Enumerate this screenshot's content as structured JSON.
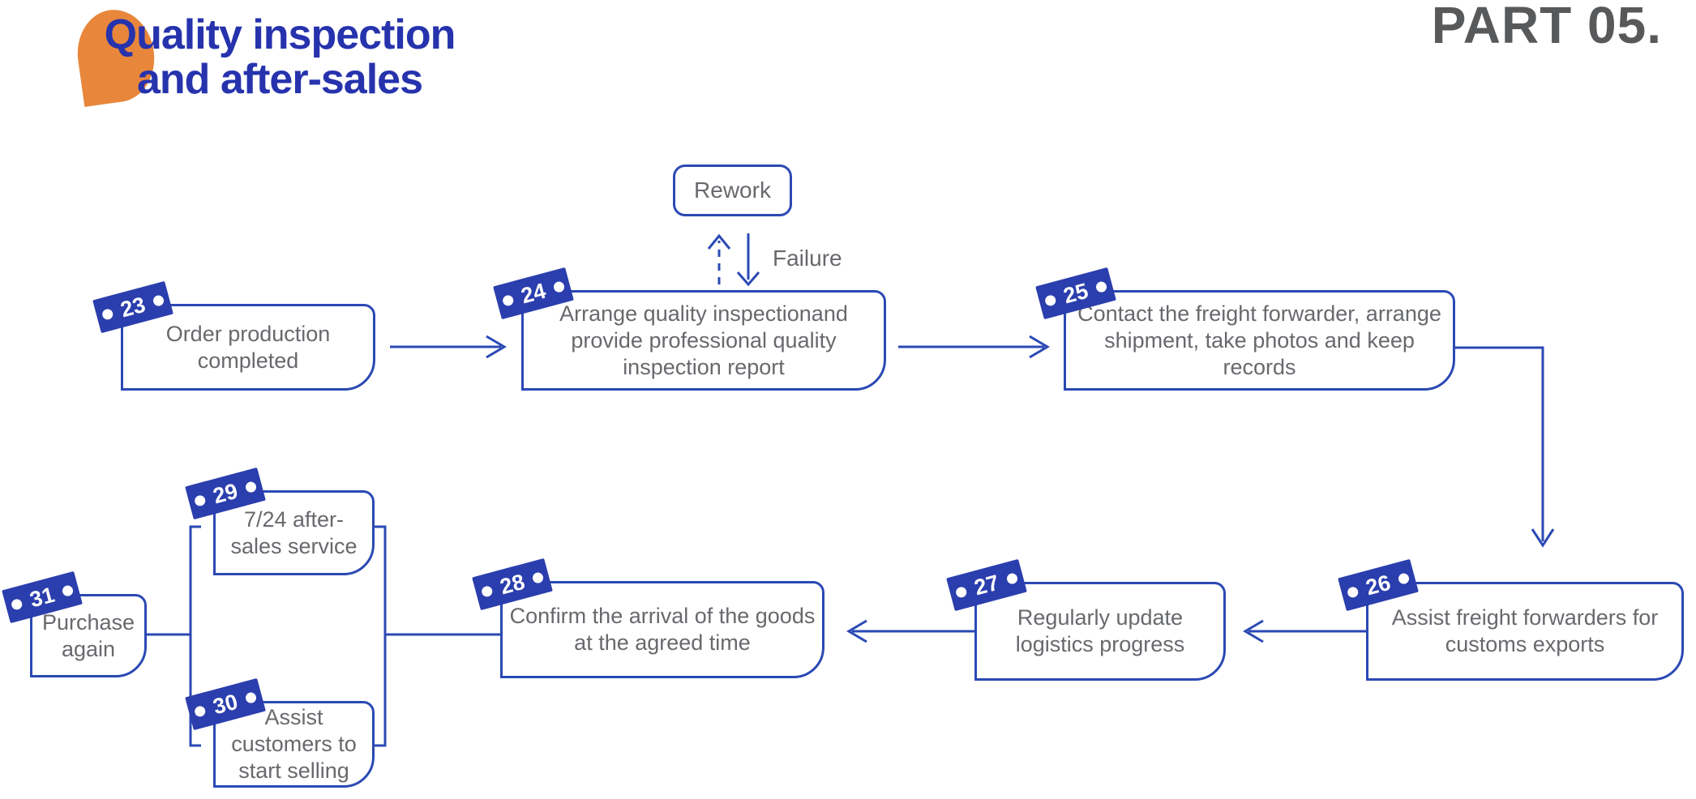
{
  "slide": {
    "title_line1": "Quality inspection",
    "title_line2": "and after-sales",
    "part_label": "PART 05."
  },
  "rework": {
    "label": "Rework",
    "failure_label": "Failure"
  },
  "nodes": [
    {
      "num": "23",
      "label": "Order production completed"
    },
    {
      "num": "24",
      "label": "Arrange quality inspectionand provide professional quality inspection report"
    },
    {
      "num": "25",
      "label": "Contact the freight forwarder, arrange shipment, take photos and keep records"
    },
    {
      "num": "26",
      "label": "Assist freight forwarders for customs exports"
    },
    {
      "num": "27",
      "label": "Regularly update logistics progress"
    },
    {
      "num": "28",
      "label": "Confirm the arrival of the goods at the agreed time"
    },
    {
      "num": "29",
      "label": "7/24 after-sales service"
    },
    {
      "num": "30",
      "label": "Assist customers to start selling"
    },
    {
      "num": "31",
      "label": "Purchase again"
    }
  ],
  "flow_edges": [
    {
      "from": "23",
      "to": "24",
      "style": "solid-arrow"
    },
    {
      "from": "24",
      "to": "Rework",
      "style": "dashed-arrow"
    },
    {
      "from": "Rework",
      "to": "24",
      "style": "solid-arrow",
      "label": "Failure"
    },
    {
      "from": "24",
      "to": "25",
      "style": "solid-arrow"
    },
    {
      "from": "25",
      "to": "26",
      "style": "elbow-arrow"
    },
    {
      "from": "26",
      "to": "27",
      "style": "solid-arrow"
    },
    {
      "from": "27",
      "to": "28",
      "style": "solid-arrow"
    },
    {
      "from": "28",
      "to": "29+30",
      "style": "bracket-line"
    },
    {
      "from": "29+30",
      "to": "31",
      "style": "bracket-line"
    }
  ],
  "colors": {
    "line_blue": "#2b49b4",
    "badge_blue": "#2b3ead",
    "title_blue": "#2633ad",
    "orange": "#e8873c",
    "text_gray": "#67696d",
    "part_gray": "#58595b"
  }
}
